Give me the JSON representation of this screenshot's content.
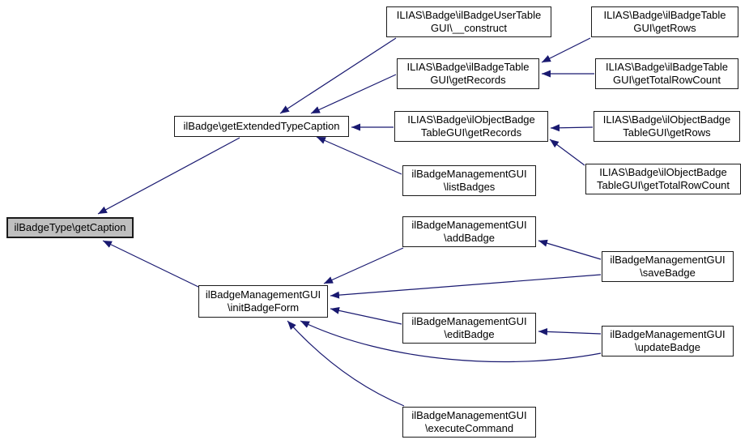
{
  "diagram": {
    "kind": "caller-graph",
    "background_color": "#ffffff",
    "edge_color": "#191970",
    "node_fill_color": "#ffffff",
    "node_border_color": "#1a1a1a",
    "highlight_fill_color": "#bfbfbf",
    "nodes": [
      {
        "id": "getCaption",
        "label": "ilBadgeType\\getCaption",
        "line1": "ilBadgeType\\getCaption",
        "highlighted": true
      },
      {
        "id": "getExtendedTypeCaption",
        "label": "ilBadge\\getExtendedTypeCaption",
        "line1": "ilBadge\\getExtendedTypeCaption",
        "highlighted": false
      },
      {
        "id": "userTableConstruct",
        "label": "ILIAS\\Badge\\ilBadgeUserTableGUI\\__construct",
        "line1": "ILIAS\\Badge\\ilBadgeUserTable",
        "line2": "GUI\\__construct",
        "highlighted": false
      },
      {
        "id": "badgeTableGetRows",
        "label": "ILIAS\\Badge\\ilBadgeTableGUI\\getRows",
        "line1": "ILIAS\\Badge\\ilBadgeTable",
        "line2": "GUI\\getRows",
        "highlighted": false
      },
      {
        "id": "badgeTableGetRecords",
        "label": "ILIAS\\Badge\\ilBadgeTableGUI\\getRecords",
        "line1": "ILIAS\\Badge\\ilBadgeTable",
        "line2": "GUI\\getRecords",
        "highlighted": false
      },
      {
        "id": "badgeTableGetTotalRowCount",
        "label": "ILIAS\\Badge\\ilBadgeTableGUI\\getTotalRowCount",
        "line1": "ILIAS\\Badge\\ilBadgeTable",
        "line2": "GUI\\getTotalRowCount",
        "highlighted": false
      },
      {
        "id": "objectBadgeGetRecords",
        "label": "ILIAS\\Badge\\ilObjectBadgeTableGUI\\getRecords",
        "line1": "ILIAS\\Badge\\ilObjectBadge",
        "line2": "TableGUI\\getRecords",
        "highlighted": false
      },
      {
        "id": "objectBadgeGetRows",
        "label": "ILIAS\\Badge\\ilObjectBadgeTableGUI\\getRows",
        "line1": "ILIAS\\Badge\\ilObjectBadge",
        "line2": "TableGUI\\getRows",
        "highlighted": false
      },
      {
        "id": "objectBadgeGetTotalRowCount",
        "label": "ILIAS\\Badge\\ilObjectBadgeTableGUI\\getTotalRowCount",
        "line1": "ILIAS\\Badge\\ilObjectBadge",
        "line2": "TableGUI\\getTotalRowCount",
        "highlighted": false
      },
      {
        "id": "listBadges",
        "label": "ilBadgeManagementGUI\\listBadges",
        "line1": "ilBadgeManagementGUI",
        "line2": "\\listBadges",
        "highlighted": false
      },
      {
        "id": "addBadge",
        "label": "ilBadgeManagementGUI\\addBadge",
        "line1": "ilBadgeManagementGUI",
        "line2": "\\addBadge",
        "highlighted": false
      },
      {
        "id": "initBadgeForm",
        "label": "ilBadgeManagementGUI\\initBadgeForm",
        "line1": "ilBadgeManagementGUI",
        "line2": "\\initBadgeForm",
        "highlighted": false
      },
      {
        "id": "saveBadge",
        "label": "ilBadgeManagementGUI\\saveBadge",
        "line1": "ilBadgeManagementGUI",
        "line2": "\\saveBadge",
        "highlighted": false
      },
      {
        "id": "editBadge",
        "label": "ilBadgeManagementGUI\\editBadge",
        "line1": "ilBadgeManagementGUI",
        "line2": "\\editBadge",
        "highlighted": false
      },
      {
        "id": "updateBadge",
        "label": "ilBadgeManagementGUI\\updateBadge",
        "line1": "ilBadgeManagementGUI",
        "line2": "\\updateBadge",
        "highlighted": false
      },
      {
        "id": "executeCommand",
        "label": "ilBadgeManagementGUI\\executeCommand",
        "line1": "ilBadgeManagementGUI",
        "line2": "\\executeCommand",
        "highlighted": false
      }
    ],
    "edges": [
      {
        "caller": "ilBadge\\getExtendedTypeCaption",
        "callee": "ilBadgeType\\getCaption"
      },
      {
        "caller": "ilBadgeManagementGUI\\initBadgeForm",
        "callee": "ilBadgeType\\getCaption"
      },
      {
        "caller": "ILIAS\\Badge\\ilBadgeUserTableGUI\\__construct",
        "callee": "ilBadge\\getExtendedTypeCaption"
      },
      {
        "caller": "ILIAS\\Badge\\ilBadgeTableGUI\\getRecords",
        "callee": "ilBadge\\getExtendedTypeCaption"
      },
      {
        "caller": "ILIAS\\Badge\\ilObjectBadgeTableGUI\\getRecords",
        "callee": "ilBadge\\getExtendedTypeCaption"
      },
      {
        "caller": "ilBadgeManagementGUI\\listBadges",
        "callee": "ilBadge\\getExtendedTypeCaption"
      },
      {
        "caller": "ILIAS\\Badge\\ilBadgeTableGUI\\getRows",
        "callee": "ILIAS\\Badge\\ilBadgeTableGUI\\getRecords"
      },
      {
        "caller": "ILIAS\\Badge\\ilBadgeTableGUI\\getTotalRowCount",
        "callee": "ILIAS\\Badge\\ilBadgeTableGUI\\getRecords"
      },
      {
        "caller": "ILIAS\\Badge\\ilObjectBadgeTableGUI\\getRows",
        "callee": "ILIAS\\Badge\\ilObjectBadgeTableGUI\\getRecords"
      },
      {
        "caller": "ILIAS\\Badge\\ilObjectBadgeTableGUI\\getTotalRowCount",
        "callee": "ILIAS\\Badge\\ilObjectBadgeTableGUI\\getRecords"
      },
      {
        "caller": "ilBadgeManagementGUI\\addBadge",
        "callee": "ilBadgeManagementGUI\\initBadgeForm"
      },
      {
        "caller": "ilBadgeManagementGUI\\saveBadge",
        "callee": "ilBadgeManagementGUI\\addBadge"
      },
      {
        "caller": "ilBadgeManagementGUI\\saveBadge",
        "callee": "ilBadgeManagementGUI\\initBadgeForm"
      },
      {
        "caller": "ilBadgeManagementGUI\\editBadge",
        "callee": "ilBadgeManagementGUI\\initBadgeForm"
      },
      {
        "caller": "ilBadgeManagementGUI\\updateBadge",
        "callee": "ilBadgeManagementGUI\\editBadge"
      },
      {
        "caller": "ilBadgeManagementGUI\\updateBadge",
        "callee": "ilBadgeManagementGUI\\initBadgeForm"
      },
      {
        "caller": "ilBadgeManagementGUI\\executeCommand",
        "callee": "ilBadgeManagementGUI\\initBadgeForm"
      }
    ]
  }
}
